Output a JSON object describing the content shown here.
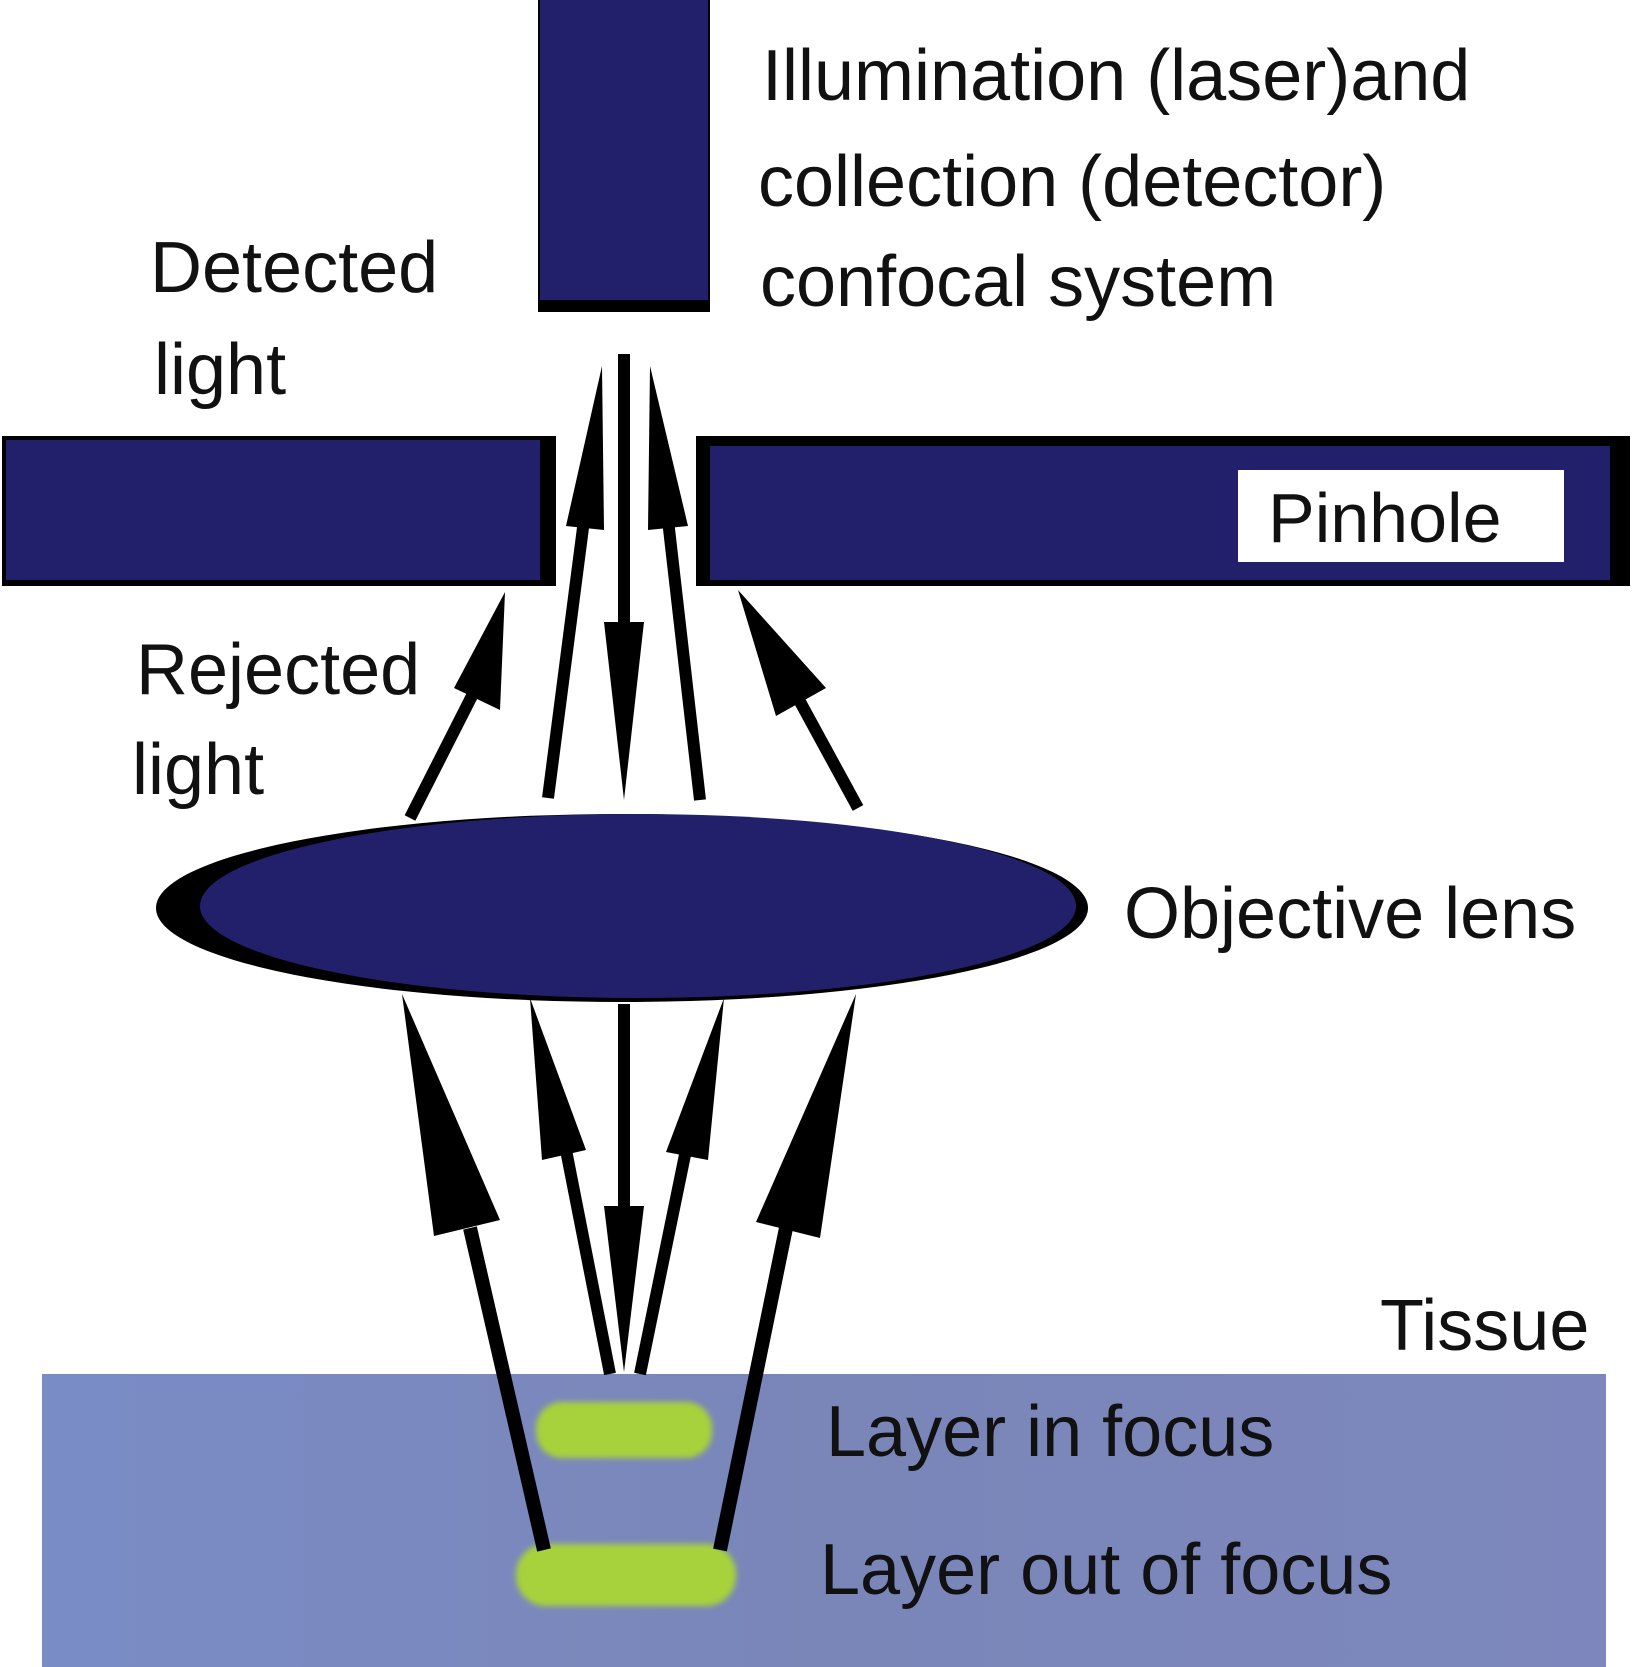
{
  "labels": {
    "illumination_line1": "Illumination (laser)and",
    "illumination_line2": "collection (detector)",
    "illumination_line3": "confocal system",
    "detected_line1": "Detected",
    "detected_line2": "light",
    "pinhole": "Pinhole",
    "rejected_line1": "Rejected",
    "rejected_line2": "light",
    "objective_lens": "Objective lens",
    "tissue": "Tissue",
    "layer_in_focus": "Layer in focus",
    "layer_out_of_focus": "Layer out of focus"
  },
  "colors": {
    "component_fill": "#23206b",
    "component_edge": "#000000",
    "tissue_fill": "#7c88bd",
    "focus_layer": "#a8d23a",
    "arrow": "#000000",
    "pinhole_label_bg": "#ffffff"
  }
}
